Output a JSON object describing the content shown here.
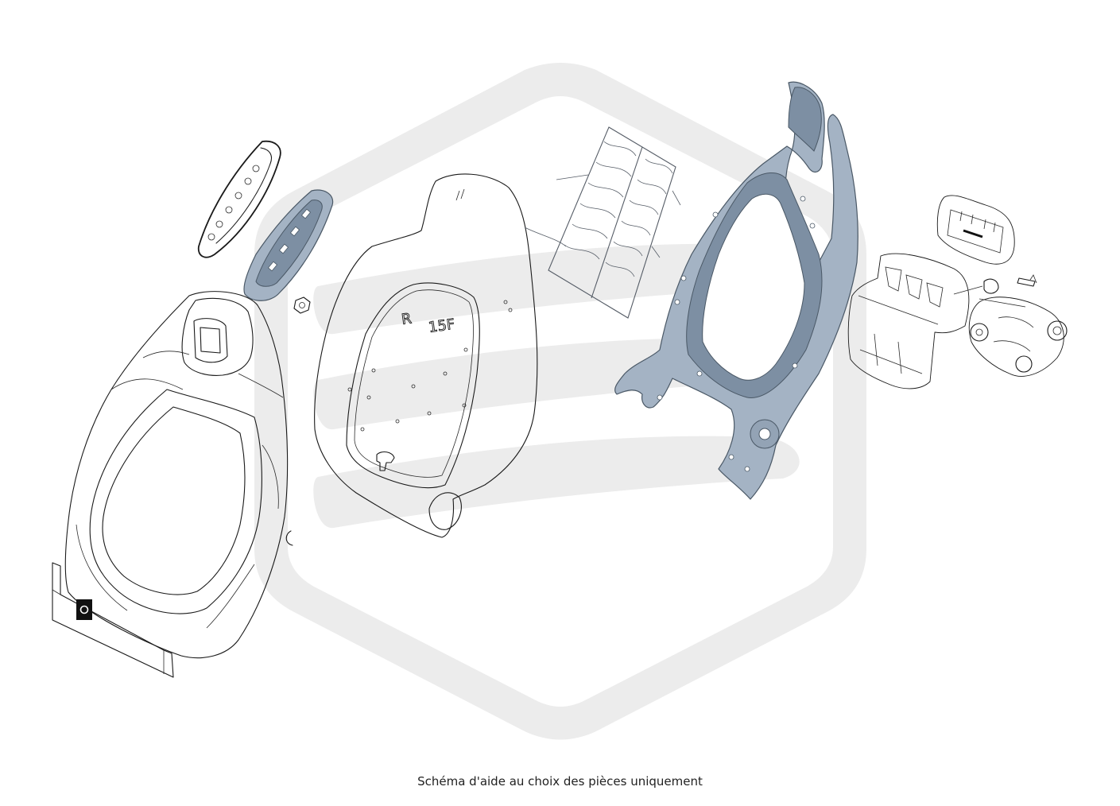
{
  "caption": "Schéma d'aide au choix des pièces uniquement",
  "seat_back_markings": {
    "side_mark": "R",
    "code_mark": "15F"
  },
  "colors": {
    "highlight_part": "#a4b3c4",
    "line_art": "#1a1a1a",
    "watermark": "#ececec"
  }
}
